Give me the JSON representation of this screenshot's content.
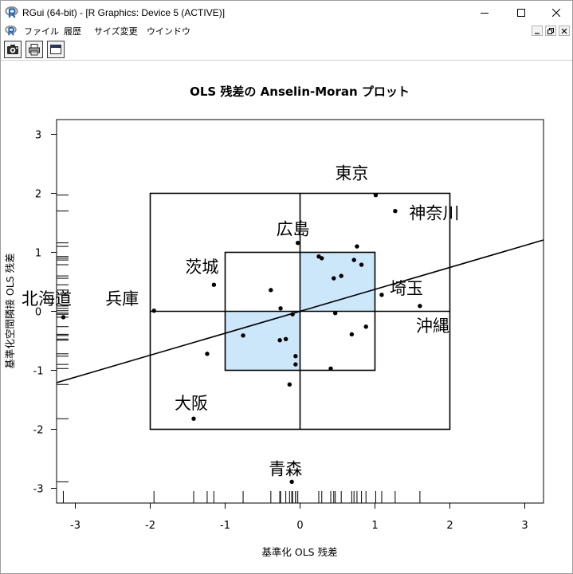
{
  "window": {
    "title": "RGui (64-bit) - [R Graphics: Device 5 (ACTIVE)]",
    "icon": "r-logo-icon",
    "controls": [
      "minimize-icon",
      "maximize-icon",
      "close-icon"
    ]
  },
  "menu": {
    "icon": "r-logo-icon",
    "items": [
      "ファイル",
      "履歴",
      "サイズ変更",
      "ウインドウ"
    ],
    "child_window_controls": [
      "minimize-icon",
      "restore-icon",
      "close-icon"
    ]
  },
  "toolbar": {
    "buttons": [
      "camera-icon",
      "printer-icon",
      "window-icon"
    ]
  },
  "chart_data": {
    "type": "scatter",
    "title": "OLS 残差の Anselin-Moran プロット",
    "xlabel": "基準化 OLS 残差",
    "ylabel": "基準化空間隣接 OLS 残差",
    "xlim": [
      -3.25,
      3.25
    ],
    "ylim": [
      -3.25,
      3.25
    ],
    "x_ticks": [
      -3,
      -2,
      -1,
      0,
      1,
      2,
      3
    ],
    "y_ticks": [
      -3,
      -2,
      -1,
      0,
      1,
      2,
      3
    ],
    "grid": false,
    "rug": true,
    "regression_line": {
      "slope": 0.372,
      "intercept": 0
    },
    "reference_boxes": [
      {
        "x": [
          -2,
          2
        ],
        "y": [
          -2,
          2
        ]
      },
      {
        "x": [
          -1,
          1
        ],
        "y": [
          -1,
          1
        ]
      }
    ],
    "shaded_quadrants": [
      {
        "x": [
          0,
          1
        ],
        "y": [
          0,
          1
        ]
      },
      {
        "x": [
          -1,
          0
        ],
        "y": [
          -1,
          0
        ]
      }
    ],
    "shade_color": "#cce7f9",
    "point_color": "#000000",
    "points": [
      {
        "x": 1.01,
        "y": 1.97,
        "label": "東京"
      },
      {
        "x": 1.27,
        "y": 1.7,
        "label": "神奈川"
      },
      {
        "x": -0.03,
        "y": 1.16,
        "label": "広島"
      },
      {
        "x": 0.76,
        "y": 1.1
      },
      {
        "x": 0.25,
        "y": 0.93
      },
      {
        "x": 0.29,
        "y": 0.9
      },
      {
        "x": 0.72,
        "y": 0.87
      },
      {
        "x": 0.82,
        "y": 0.79
      },
      {
        "x": 0.55,
        "y": 0.6
      },
      {
        "x": 0.45,
        "y": 0.56
      },
      {
        "x": -1.15,
        "y": 0.45,
        "label": "茨城"
      },
      {
        "x": -0.39,
        "y": 0.36
      },
      {
        "x": 1.09,
        "y": 0.28,
        "label": "埼玉"
      },
      {
        "x": 1.6,
        "y": 0.09,
        "label": "沖縄"
      },
      {
        "x": -0.26,
        "y": 0.05
      },
      {
        "x": -1.95,
        "y": 0.01,
        "label": "兵庫"
      },
      {
        "x": -3.16,
        "y": -0.1,
        "label": "北海道"
      },
      {
        "x": -0.1,
        "y": -0.05
      },
      {
        "x": 0.47,
        "y": -0.03
      },
      {
        "x": 0.88,
        "y": -0.26
      },
      {
        "x": 0.69,
        "y": -0.39
      },
      {
        "x": -0.76,
        "y": -0.41
      },
      {
        "x": -0.19,
        "y": -0.47
      },
      {
        "x": -0.27,
        "y": -0.49
      },
      {
        "x": -1.24,
        "y": -0.72
      },
      {
        "x": -0.06,
        "y": -0.76
      },
      {
        "x": -0.06,
        "y": -0.9
      },
      {
        "x": 0.41,
        "y": -0.97
      },
      {
        "x": -0.14,
        "y": -1.24
      },
      {
        "x": -1.42,
        "y": -1.82,
        "label": "大阪"
      },
      {
        "x": -0.11,
        "y": -2.89,
        "label": "青森"
      }
    ]
  }
}
